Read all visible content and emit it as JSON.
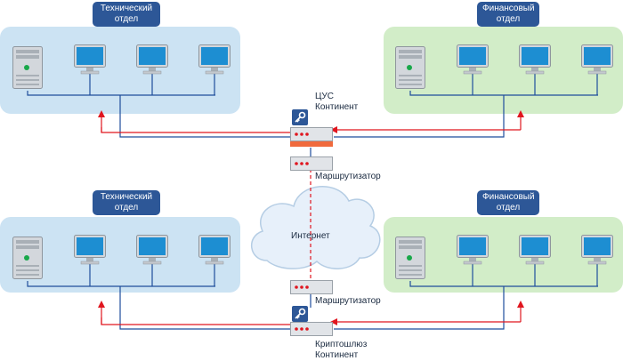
{
  "colors": {
    "zone_blue": "#cce3f3",
    "zone_green": "#d2edc8",
    "badge": "#2d5797",
    "link_blue": "#1f4e9c",
    "link_red": "#e0161f",
    "tunnel": "#e0161f"
  },
  "top": {
    "left_department": "Технический\nотдел",
    "right_department": "Финансовый\nотдел",
    "center_device_label": "ЦУС\nКонтинент",
    "router_label": "Маршрутизатор"
  },
  "internet_label": "Интернет",
  "bottom": {
    "left_department": "Технический\nотдел",
    "right_department": "Финансовый\nотдел",
    "router_label": "Маршрутизатор",
    "gateway_label": "Криптошлюз\nКонтинент"
  },
  "icons": {
    "server": "server-icon",
    "monitor": "monitor-icon",
    "router": "router-icon",
    "lock": "key-lock-icon",
    "cloud": "cloud-icon"
  }
}
